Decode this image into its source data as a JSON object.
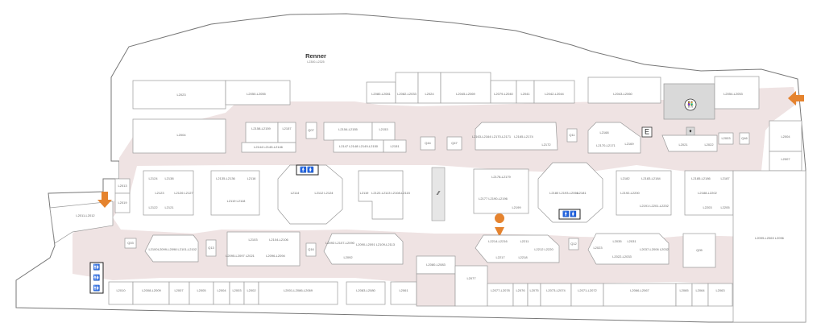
{
  "anchor_store": {
    "name": "Renner",
    "units": "L2300-L2325"
  },
  "elevator": {
    "letter": "E"
  },
  "stores": [
    {
      "key": "L2023",
      "label": "L2023"
    },
    {
      "key": "L2050_L2055",
      "label": "L2050-L2055"
    },
    {
      "key": "L2080_L2081",
      "label": "L2080-L2081"
    },
    {
      "key": "L2082_L2033",
      "label": "L2082-L2033"
    },
    {
      "key": "L2024",
      "label": "L2024"
    },
    {
      "key": "L2045_L2069",
      "label": "L2045-L2069"
    },
    {
      "key": "L2079_L2040",
      "label": "L2079-L2040"
    },
    {
      "key": "L2041",
      "label": "L2041"
    },
    {
      "key": "L2042_L2044",
      "label": "L2042-L2044"
    },
    {
      "key": "L2043_L2060",
      "label": "L2043-L2060"
    },
    {
      "key": "L2054_L2053",
      "label": "L2054-L2053"
    },
    {
      "key": "L2004",
      "label": "L2004"
    },
    {
      "key": "L2158_L2159",
      "label": "L2158-L2159"
    },
    {
      "key": "L2157",
      "label": "L2157"
    },
    {
      "key": "L2144_L2145_L2146",
      "label": "L2144 L2145-L2146"
    },
    {
      "key": "Q07",
      "label": "Q07"
    },
    {
      "key": "L2154_L2155",
      "label": "L2154-L2155"
    },
    {
      "key": "L2153",
      "label": "L2153"
    },
    {
      "key": "L2147_L2148_L2149_L2150",
      "label": "L2147 L2148 L2149-L2150"
    },
    {
      "key": "L2151",
      "label": "L2151"
    },
    {
      "key": "Q44",
      "label": "Q44"
    },
    {
      "key": "Q47",
      "label": "Q47"
    },
    {
      "key": "L2163_L2164",
      "label": "L2163-L2164 L2170-L2171"
    },
    {
      "key": "L2165_L2174",
      "label": "L2165-L2174"
    },
    {
      "key": "L2172",
      "label": "L2172"
    },
    {
      "key": "Q11",
      "label": "Q11"
    },
    {
      "key": "L2168",
      "label": "L2168"
    },
    {
      "key": "L2170_L2171",
      "label": "L2170-L2171"
    },
    {
      "key": "L2169",
      "label": "L2169"
    },
    {
      "key": "L2021",
      "label": "L2021"
    },
    {
      "key": "L2022",
      "label": "L2022"
    },
    {
      "key": "L2003",
      "label": "L2003"
    },
    {
      "key": "Q46",
      "label": "Q46"
    },
    {
      "key": "L2004b",
      "label": "L2004"
    },
    {
      "key": "L2007",
      "label": "L2007"
    },
    {
      "key": "L2013",
      "label": "L2013"
    },
    {
      "key": "L2019",
      "label": "L2019"
    },
    {
      "key": "L2011_L2012",
      "label": "L2011-L2012"
    },
    {
      "key": "L2124",
      "label": "L2124"
    },
    {
      "key": "L2138",
      "label": "L2138"
    },
    {
      "key": "L2123",
      "label": "L2123"
    },
    {
      "key": "L2126_L2127",
      "label": "L2126 L2127"
    },
    {
      "key": "L2122",
      "label": "L2122"
    },
    {
      "key": "L2121",
      "label": "L2121"
    },
    {
      "key": "L2135_L2136",
      "label": "L2135-L2136"
    },
    {
      "key": "L2116",
      "label": "L2116"
    },
    {
      "key": "L2119_L2118",
      "label": "L2119 L2118"
    },
    {
      "key": "L2114",
      "label": "L2114"
    },
    {
      "key": "L2112_L2124",
      "label": "L2112 L2124"
    },
    {
      "key": "L2119b",
      "label": "L2119"
    },
    {
      "key": "L2122_L2113",
      "label": "L2122-L2113 L2108-L2115"
    },
    {
      "key": "L2178_L2179",
      "label": "L2178-L2179"
    },
    {
      "key": "L2177",
      "label": "L2177 L2190-L2196"
    },
    {
      "key": "L2199",
      "label": "L2199"
    },
    {
      "key": "L2180",
      "label": "L2180 L2193-L2066"
    },
    {
      "key": "L2181",
      "label": "L2181"
    },
    {
      "key": "L2182",
      "label": "L2182"
    },
    {
      "key": "L2183_L2184",
      "label": "L2183-L2184"
    },
    {
      "key": "L2192_L2200",
      "label": "L2192-L2200"
    },
    {
      "key": "L2191",
      "label": "L2191 L2201-L2202"
    },
    {
      "key": "L2185_L2186",
      "label": "L2185-L2186"
    },
    {
      "key": "L2187",
      "label": "L2187"
    },
    {
      "key": "L2188_L2202",
      "label": "L2188-L2202"
    },
    {
      "key": "L2203",
      "label": "L2203"
    },
    {
      "key": "L2205",
      "label": "L2205"
    },
    {
      "key": "Q03",
      "label": "Q03"
    },
    {
      "key": "L2100",
      "label": "L2100"
    },
    {
      "key": "L2099_L2098",
      "label": "L2099-L2098 L2101-L2102"
    },
    {
      "key": "Q13",
      "label": "Q13"
    },
    {
      "key": "L2103",
      "label": "L2103"
    },
    {
      "key": "L2104_L2106",
      "label": "L2104-L2106"
    },
    {
      "key": "L2095_L2097",
      "label": "L2095-L2097 L2021"
    },
    {
      "key": "L2096_L2094",
      "label": "L2096-L2094"
    },
    {
      "key": "Q16",
      "label": "Q16"
    },
    {
      "key": "L2093",
      "label": "L2093 L2107-L2090"
    },
    {
      "key": "L2090_L2091",
      "label": "L2090-L2091 L2109-L2113"
    },
    {
      "key": "L2092",
      "label": "L2092"
    },
    {
      "key": "L2080_L2083",
      "label": "L2080-L2083"
    },
    {
      "key": "L2214_L2216",
      "label": "L2214-L2216"
    },
    {
      "key": "L2211",
      "label": "L2211"
    },
    {
      "key": "L2212",
      "label": "L2212 L2220"
    },
    {
      "key": "L2217",
      "label": "L2217"
    },
    {
      "key": "L2218",
      "label": "L2218"
    },
    {
      "key": "Q12",
      "label": "Q12"
    },
    {
      "key": "L2023b",
      "label": "L2023"
    },
    {
      "key": "L2035",
      "label": "L2035"
    },
    {
      "key": "L2031",
      "label": "L2031"
    },
    {
      "key": "L2037_L2006",
      "label": "L2037-L2006 L2032"
    },
    {
      "key": "L2022_L2033",
      "label": "L2022-L2033"
    },
    {
      "key": "Q05",
      "label": "Q05"
    },
    {
      "key": "L2099_L2063",
      "label": "L2099-L2063 L2096"
    },
    {
      "key": "L2010",
      "label": "L2010"
    },
    {
      "key": "L2008_L2009",
      "label": "L2008-L2009"
    },
    {
      "key": "L2007b",
      "label": "L2007"
    },
    {
      "key": "L2005",
      "label": "L2005"
    },
    {
      "key": "L2004c",
      "label": "L2004"
    },
    {
      "key": "L2003b",
      "label": "L2003"
    },
    {
      "key": "L2002",
      "label": "L2002"
    },
    {
      "key": "L2001_L2086",
      "label": "L2001-L2086-L2069"
    },
    {
      "key": "L2083_L2080",
      "label": "L2083-L2080"
    },
    {
      "key": "L2061",
      "label": "L2061"
    },
    {
      "key": "L2077",
      "label": "L2077"
    },
    {
      "key": "L2077_L2078",
      "label": "L2077-L2078"
    },
    {
      "key": "L2076",
      "label": "L2076"
    },
    {
      "key": "L2075",
      "label": "L2075"
    },
    {
      "key": "L2073_L2074",
      "label": "L2073-L2074"
    },
    {
      "key": "L2071_L2072",
      "label": "L2071-L2072"
    },
    {
      "key": "L2066_L2067",
      "label": "L2066-L2067"
    },
    {
      "key": "L2065",
      "label": "L2065"
    },
    {
      "key": "L2064",
      "label": "L2064"
    },
    {
      "key": "L2063",
      "label": "L2063"
    }
  ]
}
